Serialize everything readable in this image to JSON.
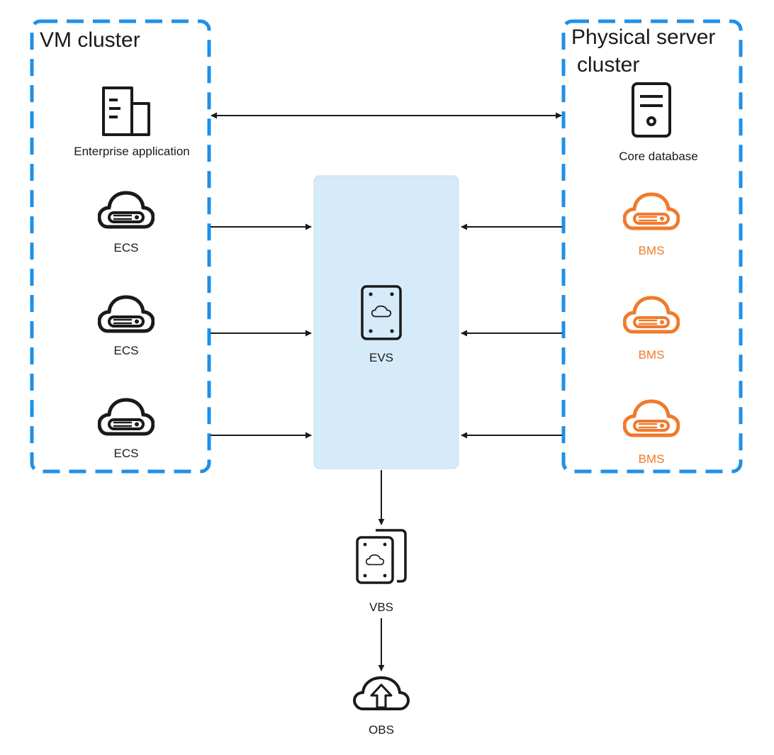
{
  "colors": {
    "cluster_border": "#1e90e8",
    "evs_fill": "#d6ebfa",
    "icon_dark": "#1a1a1a",
    "icon_accent": "#f07a2c",
    "arrow": "#1a1a1a"
  },
  "vm_cluster": {
    "title": "VM cluster",
    "app": {
      "label": "Enterprise application",
      "icon": "building-icon"
    },
    "servers": [
      {
        "label": "ECS",
        "icon": "cloud-server-icon"
      },
      {
        "label": "ECS",
        "icon": "cloud-server-icon"
      },
      {
        "label": "ECS",
        "icon": "cloud-server-icon"
      }
    ]
  },
  "physical_cluster": {
    "title_line1": "Physical server",
    "title_line2": "cluster",
    "db": {
      "label": "Core database",
      "icon": "server-tower-icon"
    },
    "servers": [
      {
        "label": "BMS",
        "icon": "cloud-server-icon"
      },
      {
        "label": "BMS",
        "icon": "cloud-server-icon"
      },
      {
        "label": "BMS",
        "icon": "cloud-server-icon"
      }
    ]
  },
  "evs": {
    "label": "EVS",
    "icon": "disk-cloud-icon"
  },
  "vbs": {
    "label": "VBS",
    "icon": "stacked-disk-icon"
  },
  "obs": {
    "label": "OBS",
    "icon": "cloud-upload-icon"
  }
}
